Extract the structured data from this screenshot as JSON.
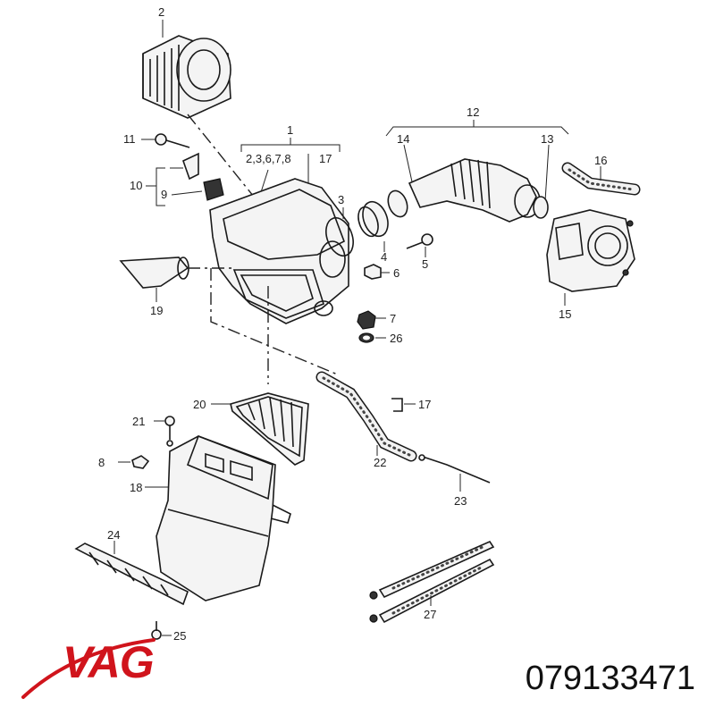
{
  "callouts": [
    {
      "id": "c2",
      "text": "2"
    },
    {
      "id": "c1",
      "text": "1"
    },
    {
      "id": "c1sub",
      "text": "2,3,6,7,8"
    },
    {
      "id": "c1b",
      "text": "17"
    },
    {
      "id": "c11",
      "text": "11"
    },
    {
      "id": "c10",
      "text": "10"
    },
    {
      "id": "c9",
      "text": "9"
    },
    {
      "id": "c3",
      "text": "3"
    },
    {
      "id": "c4",
      "text": "4"
    },
    {
      "id": "c5",
      "text": "5"
    },
    {
      "id": "c6",
      "text": "6"
    },
    {
      "id": "c7",
      "text": "7"
    },
    {
      "id": "c26",
      "text": "26"
    },
    {
      "id": "c12",
      "text": "12"
    },
    {
      "id": "c14",
      "text": "14"
    },
    {
      "id": "c13",
      "text": "13"
    },
    {
      "id": "c16",
      "text": "16"
    },
    {
      "id": "c15",
      "text": "15"
    },
    {
      "id": "c19",
      "text": "19"
    },
    {
      "id": "c20",
      "text": "20"
    },
    {
      "id": "c17b",
      "text": "17"
    },
    {
      "id": "c22",
      "text": "22"
    },
    {
      "id": "c23",
      "text": "23"
    },
    {
      "id": "c21",
      "text": "21"
    },
    {
      "id": "c8",
      "text": "8"
    },
    {
      "id": "c18",
      "text": "18"
    },
    {
      "id": "c24",
      "text": "24"
    },
    {
      "id": "c27",
      "text": "27"
    },
    {
      "id": "c25",
      "text": "25"
    }
  ],
  "brand": {
    "logo_text": "VAG",
    "color": "#d0141c"
  },
  "part_number": "079133471"
}
